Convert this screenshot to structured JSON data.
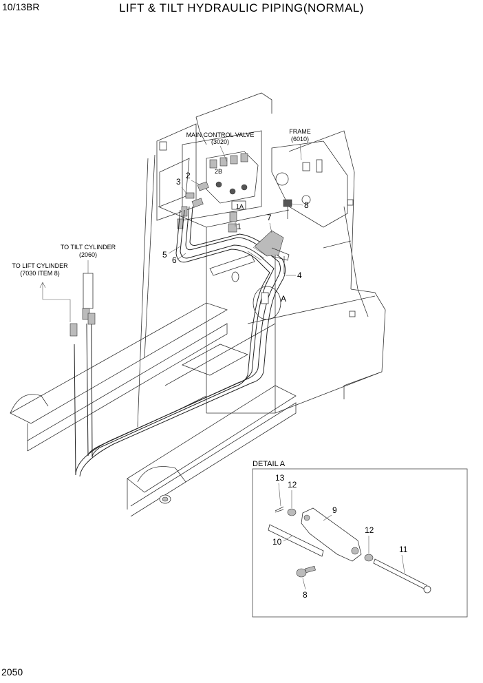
{
  "header": {
    "model": "10/13BR",
    "title": "LIFT & TILT HYDRAULIC PIPING(NORMAL)"
  },
  "footer": {
    "page_number": "2050"
  },
  "labels": {
    "main_control_valve": "MAIN CONTROL VALVE",
    "main_control_valve_ref": "(3020)",
    "frame": "FRAME",
    "frame_ref": "(6010)",
    "to_tilt_cylinder": "TO TILT CYLINDER",
    "to_tilt_cylinder_ref": "(2060)",
    "to_lift_cylinder": "TO LIFT CYLINDER",
    "to_lift_cylinder_ref": "(7030 ITEM 8)",
    "port_2b": "2B",
    "port_1a": "1A",
    "detail_marker": "A",
    "detail_title": "DETAIL A"
  },
  "callouts": {
    "c1": "1",
    "c2": "2",
    "c3": "3",
    "c4": "4",
    "c5": "5",
    "c6": "6",
    "c7": "7",
    "c8": "8"
  },
  "detail_callouts": {
    "d8": "8",
    "d9": "9",
    "d10": "10",
    "d11": "11",
    "d12a": "12",
    "d12b": "12",
    "d13": "13"
  }
}
